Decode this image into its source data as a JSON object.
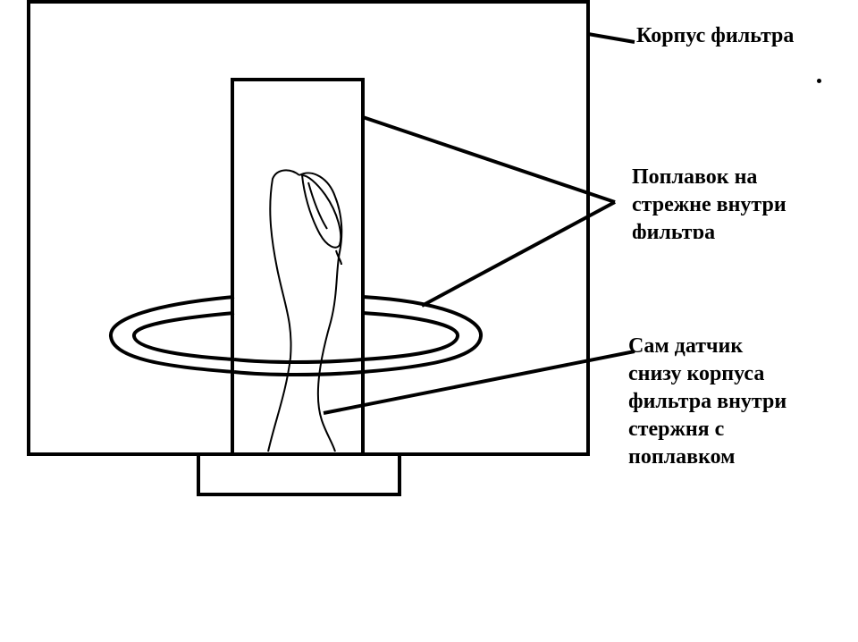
{
  "diagram": {
    "labels": {
      "housing": "Корпус фильтра",
      "float": [
        "Поплавок на",
        "стрежне внутри",
        "фильтра"
      ],
      "sensor": [
        "Сам датчик",
        "снизу корпуса",
        "фильтра внутри",
        "стержня с",
        "поплавком"
      ]
    },
    "parts": [
      "filter-housing",
      "inner-rod",
      "float-ring",
      "sensor-element",
      "base-plate"
    ],
    "colors": {
      "stroke": "#000000",
      "background": "#ffffff"
    }
  }
}
